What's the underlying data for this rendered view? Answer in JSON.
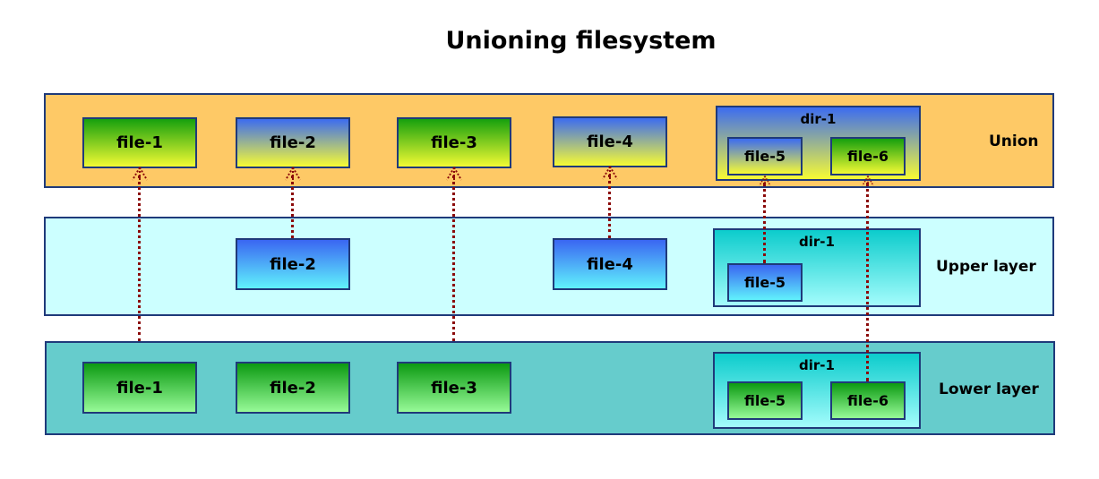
{
  "title": "Unioning filesystem",
  "layers": {
    "union": {
      "label": "Union",
      "color": "#fec966",
      "files": [
        "file-1",
        "file-2",
        "file-3",
        "file-4"
      ],
      "dir": {
        "label": "dir-1",
        "files": [
          "file-5",
          "file-6"
        ]
      }
    },
    "upper": {
      "label": "Upper layer",
      "color": "#ccffff",
      "files": [
        "file-2",
        "file-4"
      ],
      "dir": {
        "label": "dir-1",
        "files": [
          "file-5"
        ]
      }
    },
    "lower": {
      "label": "Lower layer",
      "color": "#66cccc",
      "files": [
        "file-1",
        "file-2",
        "file-3"
      ],
      "dir": {
        "label": "dir-1",
        "files": [
          "file-5",
          "file-6"
        ]
      }
    }
  },
  "links": [
    {
      "file": "file-1",
      "from": "Lower layer",
      "to": "Union"
    },
    {
      "file": "file-2",
      "from": "Upper layer",
      "to": "Union"
    },
    {
      "file": "file-3",
      "from": "Lower layer",
      "to": "Union"
    },
    {
      "file": "file-4",
      "from": "Upper layer",
      "to": "Union"
    },
    {
      "file": "dir-1/file-5",
      "from": "Upper layer",
      "to": "Union"
    },
    {
      "file": "dir-1/file-6",
      "from": "Lower layer",
      "to": "Union"
    }
  ],
  "colors": {
    "border": "#1f3a7a",
    "link": "#8b0a0a"
  }
}
